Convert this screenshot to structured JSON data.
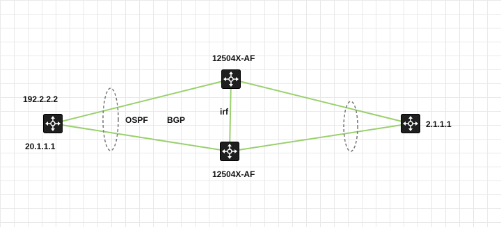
{
  "nodes": {
    "left": {
      "ip_top": "192.2.2.2",
      "ip_bottom": "20.1.1.1"
    },
    "top": {
      "name": "12504X-AF"
    },
    "bottom": {
      "name": "12504X-AF"
    },
    "right": {
      "ip": "2.1.1.1"
    }
  },
  "labels": {
    "ospf": "OSPF",
    "bgp": "BGP",
    "irf": "irf"
  },
  "colors": {
    "link": "#9ad06e",
    "ring": "#777777",
    "node": "#1f1f1f",
    "grid": "#e9e9e9"
  },
  "icons": {
    "router": "router-icon"
  }
}
